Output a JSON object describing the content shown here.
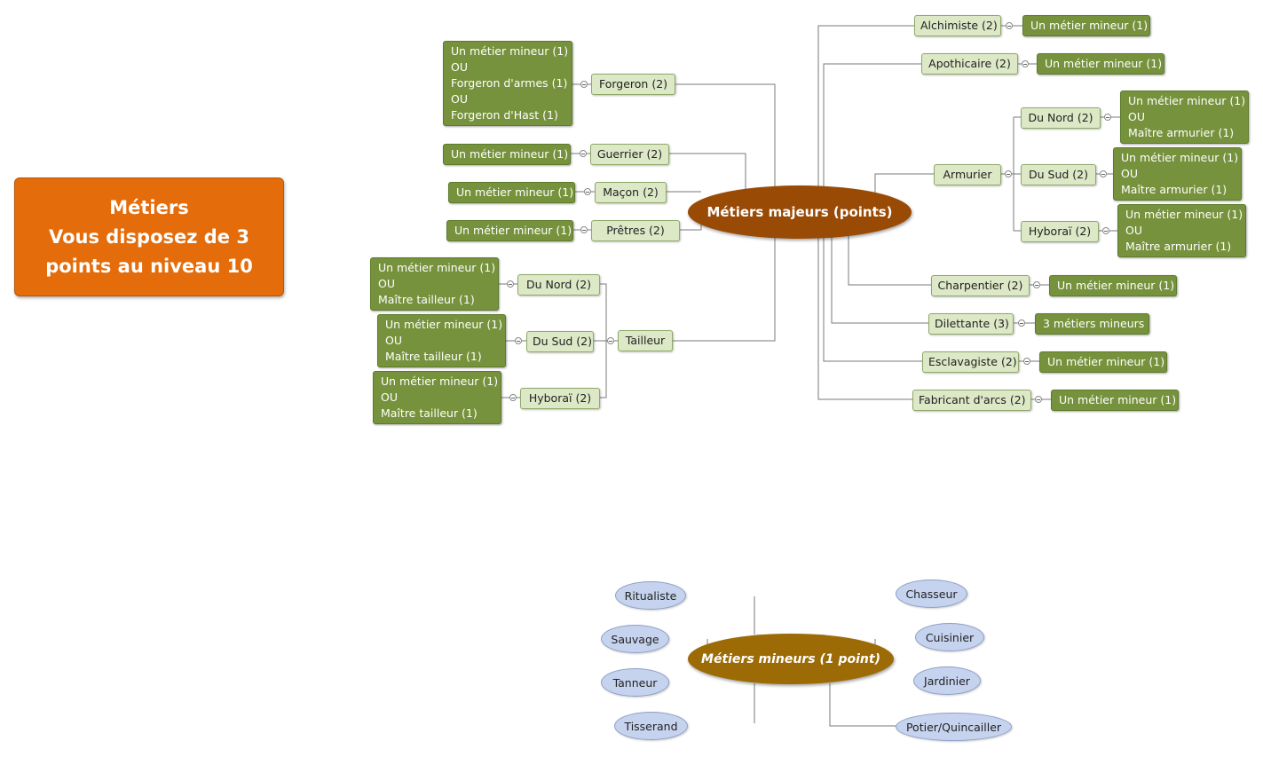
{
  "title": {
    "lines": [
      "Métiers",
      "Vous disposez de 3",
      "points au niveau 10"
    ]
  },
  "major": {
    "label": "Métiers majeurs (points)",
    "color": "#994a05",
    "left": [
      {
        "label": "Forgeron (2)",
        "detail": [
          "Un métier mineur (1)",
          "OU",
          "Forgeron d'armes (1)",
          "OU",
          "Forgeron d'Hast (1)"
        ]
      },
      {
        "label": "Guerrier (2)",
        "detail": [
          "Un métier mineur (1)"
        ]
      },
      {
        "label": "Maçon (2)",
        "detail": [
          "Un métier mineur (1)"
        ]
      },
      {
        "label": "Prêtres (2)",
        "detail": [
          "Un métier mineur (1)"
        ]
      },
      {
        "label": "Tailleur",
        "children": [
          {
            "label": "Du Nord (2)",
            "detail": [
              "Un métier mineur (1)",
              "OU",
              "Maître tailleur (1)"
            ]
          },
          {
            "label": "Du Sud (2)",
            "detail": [
              "Un métier mineur (1)",
              "OU",
              "Maître tailleur (1)"
            ]
          },
          {
            "label": "Hyboraï (2)",
            "detail": [
              "Un métier mineur (1)",
              "OU",
              "Maître tailleur (1)"
            ]
          }
        ]
      }
    ],
    "right": [
      {
        "label": "Alchimiste (2)",
        "detail": [
          "Un métier mineur (1)"
        ]
      },
      {
        "label": "Apothicaire (2)",
        "detail": [
          "Un métier mineur (1)"
        ]
      },
      {
        "label": "Armurier",
        "children": [
          {
            "label": "Du Nord (2)",
            "detail": [
              "Un métier mineur (1)",
              "OU",
              "Maître armurier (1)"
            ]
          },
          {
            "label": "Du Sud (2)",
            "detail": [
              "Un métier mineur (1)",
              "OU",
              "Maître armurier (1)"
            ]
          },
          {
            "label": "Hyboraï (2)",
            "detail": [
              "Un métier mineur (1)",
              "OU",
              "Maître armurier (1)"
            ]
          }
        ]
      },
      {
        "label": "Charpentier (2)",
        "detail": [
          "Un métier mineur (1)"
        ]
      },
      {
        "label": "Dilettante (3)",
        "detail": [
          "3 métiers mineurs"
        ]
      },
      {
        "label": "Esclavagiste (2)",
        "detail": [
          "Un métier mineur (1)"
        ]
      },
      {
        "label": "Fabricant d'arcs (2)",
        "detail": [
          "Un métier mineur (1)"
        ]
      }
    ]
  },
  "minor": {
    "label": "Métiers mineurs (1 point)",
    "color": "#9c6b05",
    "left": [
      "Ritualiste",
      "Sauvage",
      "Tanneur",
      "Tisserand"
    ],
    "right": [
      "Chasseur",
      "Cuisinier",
      "Jardinier",
      "Potier/Quincailler"
    ]
  }
}
